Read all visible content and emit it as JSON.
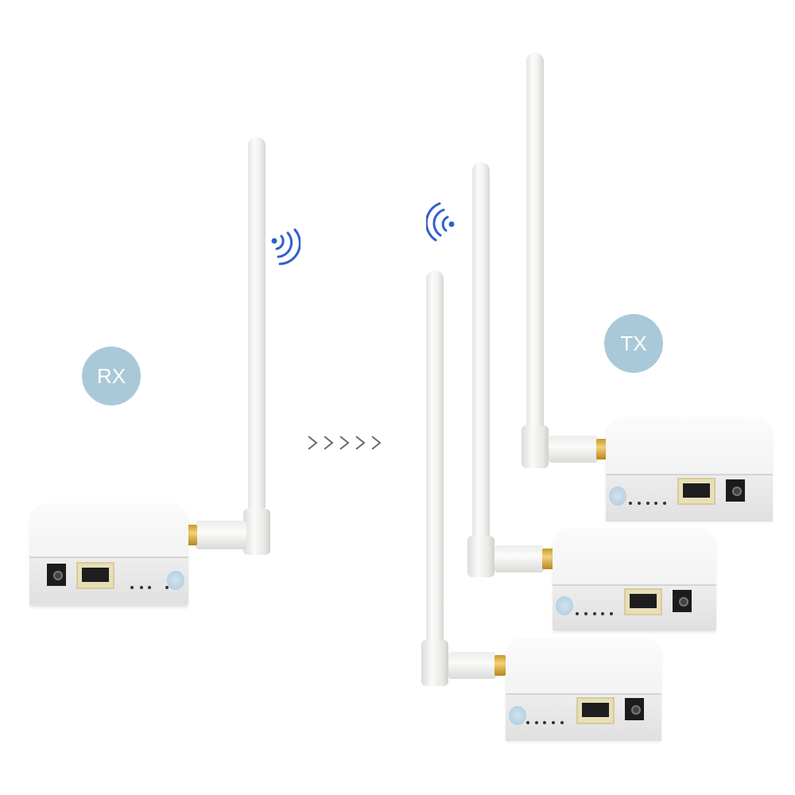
{
  "labels": {
    "rx": "RX",
    "tx": "TX"
  },
  "flow_arrows": ">>>>>",
  "colors": {
    "badge_bg": "#a9c9d8",
    "badge_text": "#ffffff",
    "wifi_blue": "#2f5fcf",
    "arrow_gray": "#6b6b6b",
    "device_white": "#f3f3f3"
  },
  "devices": {
    "rx": {
      "role": "receiver",
      "ports": [
        "DC",
        "LAN"
      ],
      "leds": 4
    },
    "tx": [
      {
        "role": "transmitter",
        "ports": [
          "LAN",
          "DC"
        ],
        "leds": 5
      },
      {
        "role": "transmitter",
        "ports": [
          "LAN",
          "DC"
        ],
        "leds": 5
      },
      {
        "role": "transmitter",
        "ports": [
          "LAN",
          "DC"
        ],
        "leds": 5
      }
    ]
  }
}
